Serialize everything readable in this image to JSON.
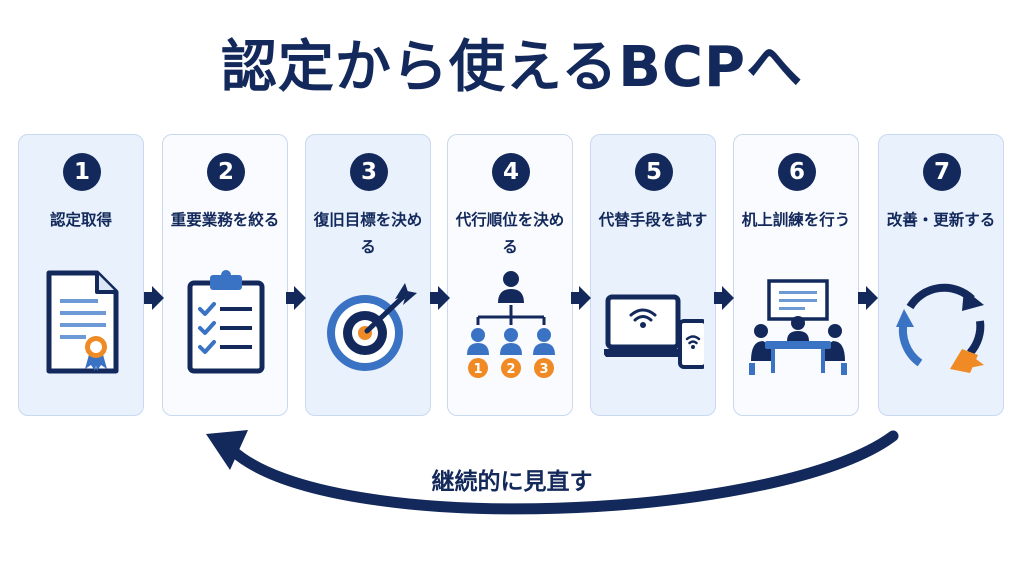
{
  "title": "認定から使えるBCPへ",
  "steps": [
    {
      "number": "1",
      "label": "認定取得",
      "icon": "certificate-document-icon"
    },
    {
      "number": "2",
      "label": "重要業務を絞る",
      "icon": "clipboard-checklist-icon"
    },
    {
      "number": "3",
      "label": "復旧目標を決める",
      "icon": "target-arrow-icon"
    },
    {
      "number": "4",
      "label": "代行順位を決める",
      "icon": "hierarchy-priority-icon"
    },
    {
      "number": "5",
      "label": "代替手段を試す",
      "icon": "laptop-phone-wifi-icon"
    },
    {
      "number": "6",
      "label": "机上訓練を行う",
      "icon": "tabletop-meeting-icon"
    },
    {
      "number": "7",
      "label": "改善・更新する",
      "icon": "refresh-cycle-icon"
    }
  ],
  "priority_badges": [
    "1",
    "2",
    "3"
  ],
  "loop_label": "継続的に見直す",
  "colors": {
    "navy": "#13295b",
    "blue": "#3a72c4",
    "orange": "#f08a24",
    "card_fill": "#e8f1fc",
    "card_border": "#c9d9ef"
  }
}
